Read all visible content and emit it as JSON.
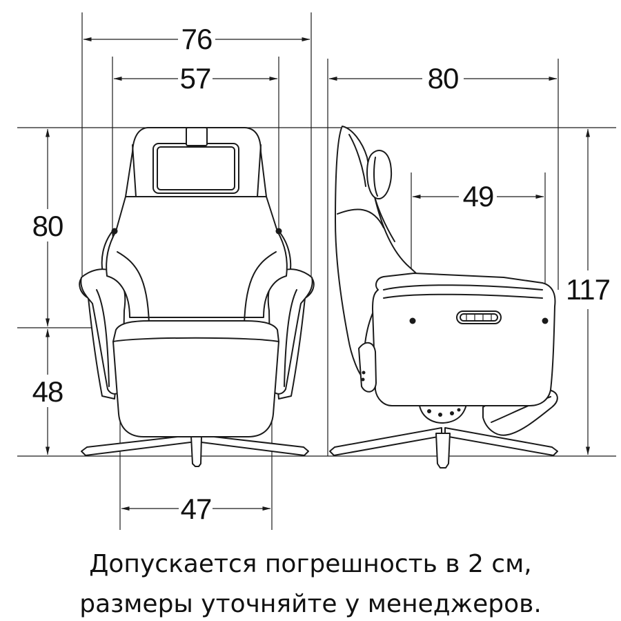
{
  "dimensions": {
    "front_outer_width": "76",
    "front_inner_width": "57",
    "front_backrest_height": "80",
    "front_seat_height": "48",
    "front_seat_width": "47",
    "side_depth": "80",
    "side_seat_depth": "49",
    "side_total_height": "117"
  },
  "caption": {
    "line1": "Допускается погрешность в 2 см,",
    "line2": "размеры уточняйте у менеджеров."
  }
}
